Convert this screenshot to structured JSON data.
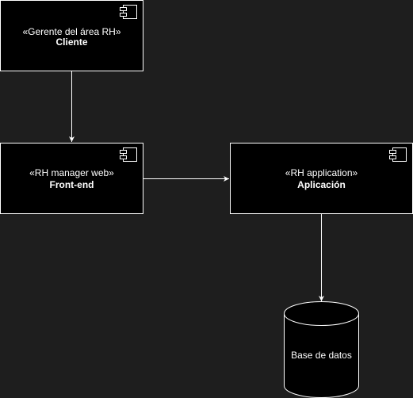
{
  "diagram": {
    "components": [
      {
        "stereotype": "«Gerente del área RH»",
        "name": "Cliente"
      },
      {
        "stereotype": "«RH manager web»",
        "name": "Front-end"
      },
      {
        "stereotype": "«RH application»",
        "name": "Aplicación"
      }
    ],
    "database": {
      "label": "Base de datos"
    },
    "connections": [
      {
        "from": "Cliente",
        "to": "Front-end"
      },
      {
        "from": "Front-end",
        "to": "Aplicación"
      },
      {
        "from": "Aplicación",
        "to": "Base de datos"
      }
    ],
    "colors": {
      "background": "#1e1e1e",
      "node_fill": "#000000",
      "stroke": "#ffffff",
      "text": "#ffffff"
    }
  }
}
